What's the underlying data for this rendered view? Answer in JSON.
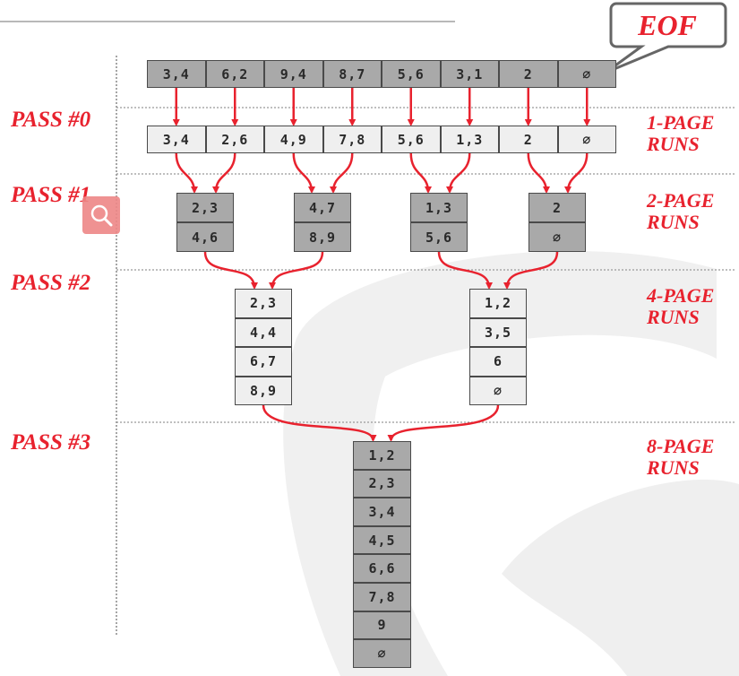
{
  "callout": {
    "label": "EOF"
  },
  "passes": [
    {
      "label": "PASS #0",
      "runs_label": "1-PAGE\nRUNS"
    },
    {
      "label": "PASS #1",
      "runs_label": "2-PAGE\nRUNS"
    },
    {
      "label": "PASS #2",
      "runs_label": "4-PAGE\nRUNS"
    },
    {
      "label": "PASS #3",
      "runs_label": "8-PAGE\nRUNS"
    }
  ],
  "file_pages": [
    "3,4",
    "6,2",
    "9,4",
    "8,7",
    "5,6",
    "3,1",
    "2",
    "∅"
  ],
  "runs": {
    "pass0": [
      [
        "3,4"
      ],
      [
        "2,6"
      ],
      [
        "4,9"
      ],
      [
        "7,8"
      ],
      [
        "5,6"
      ],
      [
        "1,3"
      ],
      [
        "2"
      ],
      [
        "∅"
      ]
    ],
    "pass1": [
      [
        "2,3",
        "4,6"
      ],
      [
        "4,7",
        "8,9"
      ],
      [
        "1,3",
        "5,6"
      ],
      [
        "2",
        "∅"
      ]
    ],
    "pass2": [
      [
        "2,3",
        "4,4",
        "6,7",
        "8,9"
      ],
      [
        "1,2",
        "3,5",
        "6",
        "∅"
      ]
    ],
    "pass3": [
      [
        "1,2",
        "2,3",
        "3,4",
        "4,5",
        "6,6",
        "7,8",
        "9",
        "∅"
      ]
    ]
  },
  "icons": {
    "search": "search-icon"
  },
  "colors": {
    "accent": "#e8222e",
    "page_dark": "#a9a9a9",
    "page_light": "#efefef",
    "border": "#4a4a4a"
  }
}
